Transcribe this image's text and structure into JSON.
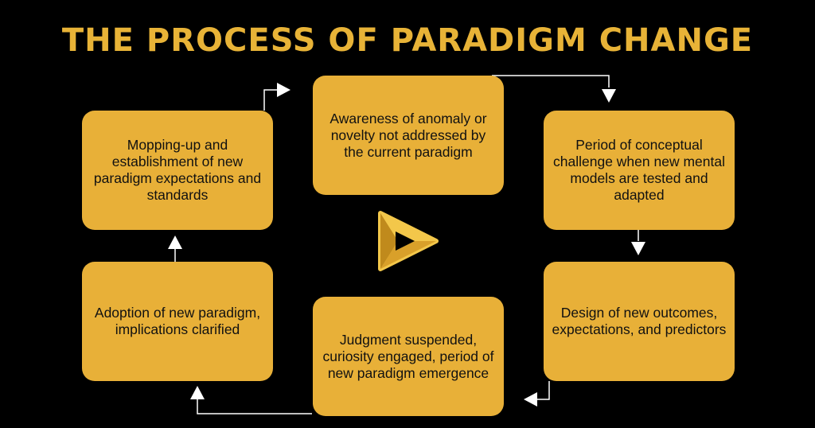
{
  "title": "THE PROCESS OF PARADIGM CHANGE",
  "colors": {
    "background": "#000000",
    "title": "#e8b337",
    "box_fill": "#e8b038",
    "box_text": "#111111",
    "connector": "#ffffff",
    "logo_light": "#f3c74a",
    "logo_dark": "#c08a1c"
  },
  "logo_icon": "play-logo-icon",
  "steps": [
    {
      "text": "Awareness of anomaly or novelty not addressed by the current paradigm"
    },
    {
      "text": "Period of conceptual challenge when new mental models are tested and adapted"
    },
    {
      "text": "Design of new outcomes, expectations, and predictors"
    },
    {
      "text": "Judgment suspended, curiosity engaged, period of new paradigm emergence"
    },
    {
      "text": "Adoption of new paradigm, implications clarified"
    },
    {
      "text": "Mopping-up and establishment of new paradigm expectations and standards"
    }
  ]
}
